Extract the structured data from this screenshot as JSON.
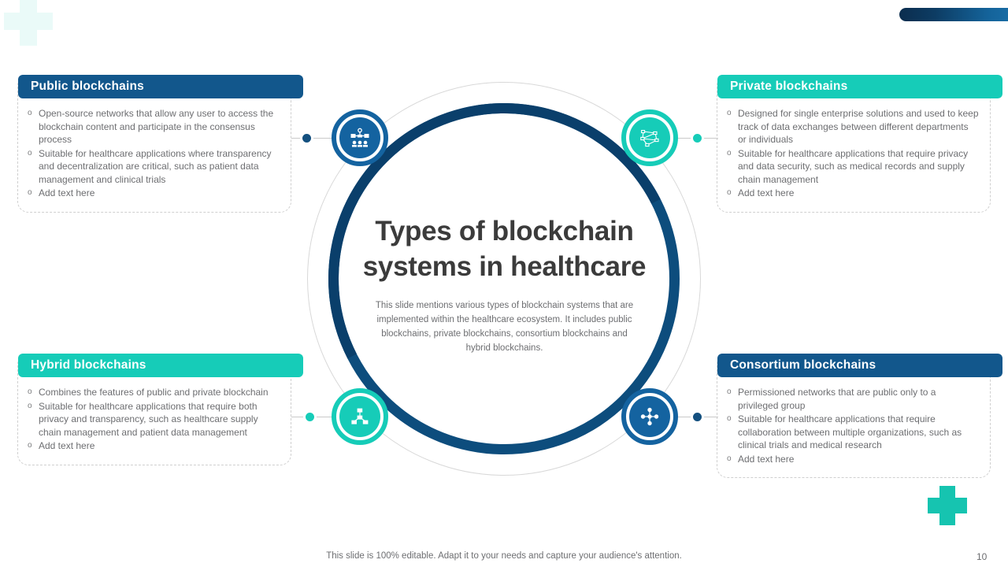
{
  "slide": {
    "center": {
      "title": "Types of blockchain systems in healthcare",
      "description": "This slide mentions various types of blockchain systems that are implemented within the healthcare ecosystem. It includes public blockchains, private blockchains, consortium blockchains and hybrid blockchains."
    },
    "footer_note": "This slide is 100% editable. Adapt it to your needs and capture your audience's attention.",
    "page_number": "10",
    "bullet_marker": "o",
    "colors": {
      "dark_blue": "#12578c",
      "deep_blue": "#0d4d7d",
      "teal": "#16ccb8",
      "icon_blue": "#1463a0",
      "text_gray": "#6d6e71",
      "title_gray": "#3b3b3b"
    },
    "cards": [
      {
        "id": "public",
        "title": "Public blockchains",
        "accent": "blue",
        "icon": "people-network-icon",
        "bullets": [
          "Open-source networks that allow any user to access the blockchain content and participate in the consensus process",
          "Suitable for healthcare applications where transparency and decentralization are critical, such as patient data management and clinical trials",
          "Add text here"
        ]
      },
      {
        "id": "private",
        "title": "Private blockchains",
        "accent": "teal",
        "icon": "node-graph-icon",
        "bullets": [
          "Designed for single enterprise solutions and used to keep track of data exchanges between different departments or individuals",
          "Suitable for healthcare applications that require privacy and data security, such as medical records and supply chain management",
          "Add text here"
        ]
      },
      {
        "id": "hybrid",
        "title": "Hybrid blockchains",
        "accent": "teal",
        "icon": "hierarchy-nodes-icon",
        "bullets": [
          "Combines the features of public and private blockchain",
          "Suitable for healthcare applications that require both privacy and transparency, such as healthcare supply chain management and patient data management",
          "Add text here"
        ]
      },
      {
        "id": "consortium",
        "title": "Consortium blockchains",
        "accent": "blue",
        "icon": "star-network-icon",
        "bullets": [
          "Permissioned networks that are public only to a privileged group",
          "Suitable for healthcare applications that require collaboration between multiple organizations, such as clinical trials and medical research",
          "Add text here"
        ]
      }
    ]
  }
}
